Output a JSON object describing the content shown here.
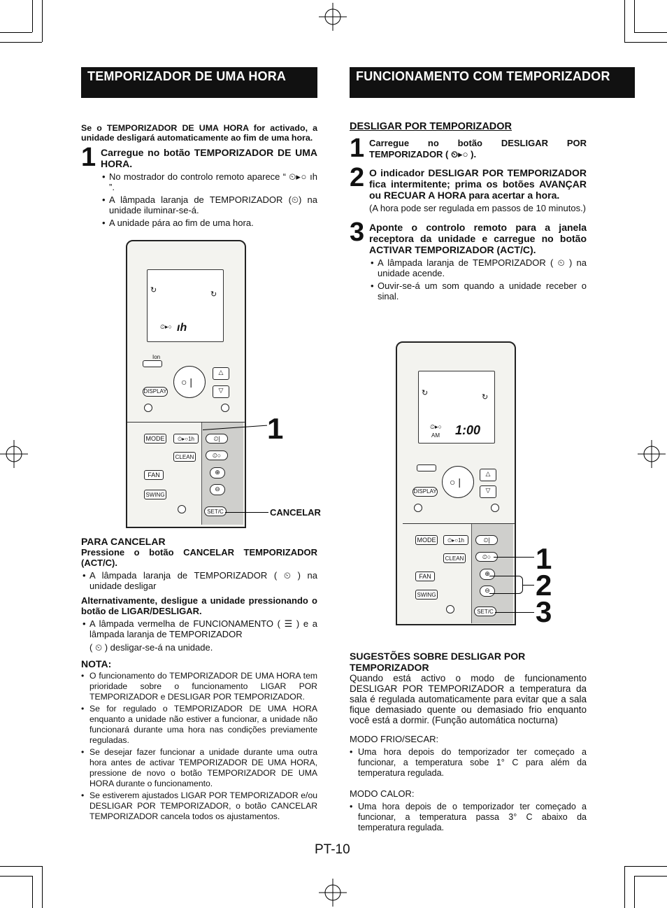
{
  "left": {
    "banner": "TEMPORIZADOR DE UMA HORA",
    "intro": "Se o TEMPORIZADOR DE UMA HORA for activado, a unidade desligará automaticamente ao fim de uma hora.",
    "step1": {
      "num": "1",
      "text": "Carregue no botão TEMPORIZADOR DE UMA HORA.",
      "bullets": [
        "No mostrador do controlo remoto aparece “ ⏲▸○ ıh ”.",
        "A lâmpada laranja de TEMPORIZADOR (⏲) na unidade iluminar-se-á.",
        "A unidade pára ao fim de uma hora."
      ]
    },
    "remote": {
      "lcd_display": "ıh",
      "callout_num": "1",
      "cancel_label": "CANCELAR",
      "buttons": {
        "display": "DISPLAY",
        "mode": "MODE",
        "one_hour": "⏲▸○1h",
        "clean": "CLEAN",
        "fan": "FAN",
        "swing": "SWING",
        "setc": "SET/C",
        "ion": "Ion"
      }
    },
    "para_cancelar": {
      "heading": "PARA CANCELAR",
      "instruction": "Pressione o botão CANCELAR TEMPORIZADOR (ACT/C).",
      "bullet1": "A lâmpada laranja de TEMPORIZADOR ( ⏲ ) na unidade desligar",
      "alt": "Alternativamente, desligue a unidade pressionando o botão de LIGAR/DESLIGAR.",
      "bullet2": "A lâmpada vermelha de FUNCIONAMENTO ( ☰ ) e a lâmpada laranja de TEMPORIZADOR",
      "bullet2_tail": "( ⏲ ) desligar-se-á na unidade."
    },
    "nota": {
      "heading": "NOTA:",
      "items": [
        "O funcionamento do TEMPORIZADOR DE UMA HORA tem prioridade sobre o funcionamento LIGAR POR TEMPORIZADOR e DESLIGAR POR TEMPORIZADOR.",
        "Se for regulado o TEMPORIZADOR DE UMA HORA enquanto a unidade não estiver a funcionar, a unidade não funcionará durante uma hora nas condições previamente reguladas.",
        "Se desejar fazer funcionar a unidade durante uma outra hora antes de activar TEMPORIZADOR DE UMA HORA, pressione de novo o botão TEMPORIZADOR DE UMA HORA durante o funcionamento.",
        "Se estiverem ajustados LIGAR POR TEMPORIZADOR e/ou DESLIGAR POR TEMPORIZADOR, o botão CANCELAR TEMPORIZADOR cancela todos os ajustamentos."
      ]
    }
  },
  "right": {
    "banner": "FUNCIONAMENTO COM TEMPORIZADOR",
    "subheading": "DESLIGAR POR TEMPORIZADOR",
    "step1": {
      "num": "1",
      "text": "Carregue no botão DESLIGAR POR TEMPORIZADOR ( ⏲▸○ )."
    },
    "step2": {
      "num": "2",
      "text": "O indicador DESLIGAR POR TEMPORIZADOR fica intermitente; prima os botões AVANÇAR ou RECUAR A HORA para acertar a hora.",
      "note": "(A hora pode ser regulada em passos de 10 minutos.)"
    },
    "step3": {
      "num": "3",
      "text": "Aponte o controlo remoto para a janela receptora da unidade e carregue no botão ACTIVAR TEMPORIZADOR (ACT/C).",
      "bullets": [
        "A lâmpada laranja de TEMPORIZADOR ( ⏲ ) na unidade acende.",
        "Ouvir-se-á um som quando a unidade receber o sinal."
      ]
    },
    "remote": {
      "lcd_time": "1:00",
      "lcd_am": "AM",
      "callout_nums": [
        "1",
        "2",
        "3"
      ]
    },
    "sugestoes": {
      "heading": "SUGESTÕES SOBRE DESLIGAR POR TEMPORIZADOR",
      "body": "Quando está activo o modo de funcionamento DESLIGAR POR TEMPORIZADOR a temperatura da sala é regulada automaticamente para evitar que a sala fique demasiado quente ou demasiado frio enquanto você está a dormir. (Função automática nocturna)",
      "frio_heading": "MODO FRIO/SECAR:",
      "frio_bullet": "Uma hora depois do temporizador ter começado a funcionar, a temperatura sobe 1° C para além da temperatura regulada.",
      "calor_heading": "MODO CALOR:",
      "calor_bullet": "Uma hora depois de o temporizador ter começado a funcionar, a temperatura passa 3° C abaixo da temperatura regulada."
    }
  },
  "page_number": "PT-10"
}
